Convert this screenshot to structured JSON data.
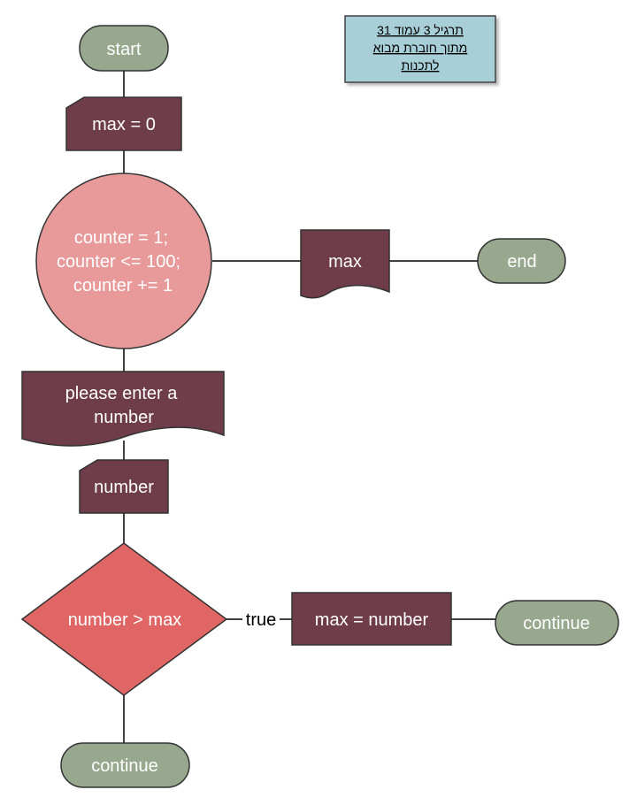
{
  "colors": {
    "terminal": "#97a88e",
    "io": "#6f3c4a",
    "loop": "#e89a9a",
    "decision": "#e06666",
    "note_bg": "#a8cfd8",
    "connector": "#404040",
    "text_light": "#ffffff",
    "text_dark": "#000000"
  },
  "note": {
    "lines": [
      "תרגיל 3 עמוד 31",
      "מתוך חוברת מבוא",
      "לתכנות"
    ]
  },
  "nodes": {
    "start": "start",
    "init": "max = 0",
    "loop": [
      "counter = 1;",
      "counter <= 100;",
      "counter += 1"
    ],
    "prompt": [
      "please enter a",
      "number"
    ],
    "input": "number",
    "decision": "number > max",
    "assign": "max = number",
    "continue_right": "continue",
    "continue_bottom": "continue",
    "output": "max",
    "end": "end"
  },
  "edges": {
    "true_label": "true"
  }
}
